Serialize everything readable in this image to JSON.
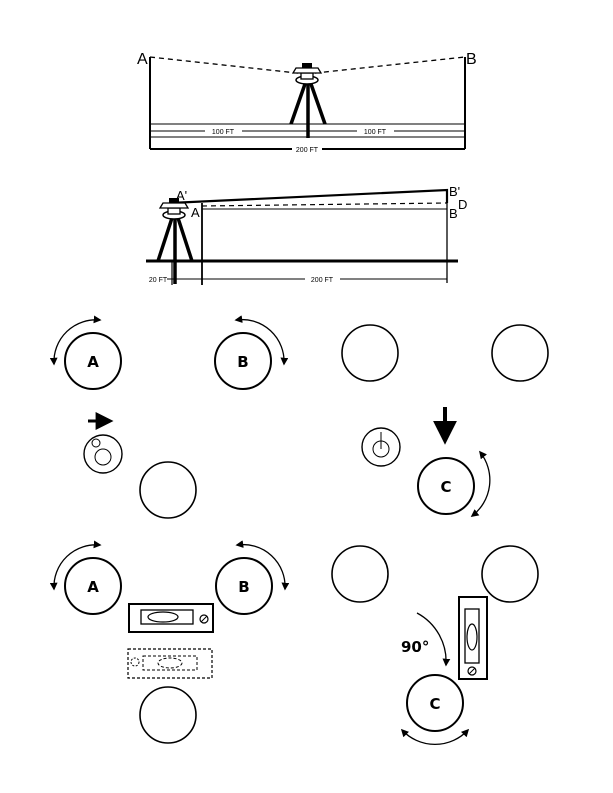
{
  "figure1": {
    "point_left": "A",
    "point_right": "B",
    "dim_left": "100 FT",
    "dim_right": "100 FT",
    "dim_total": "200 FT"
  },
  "figure2": {
    "a_prime": "A'",
    "a": "A",
    "b_prime": "B'",
    "b": "B",
    "d": "D",
    "dim_offset": "20 FT",
    "dim_total": "200 FT"
  },
  "knobs": {
    "a": "A",
    "b": "B",
    "c": "C"
  },
  "rotation_label": "90°"
}
